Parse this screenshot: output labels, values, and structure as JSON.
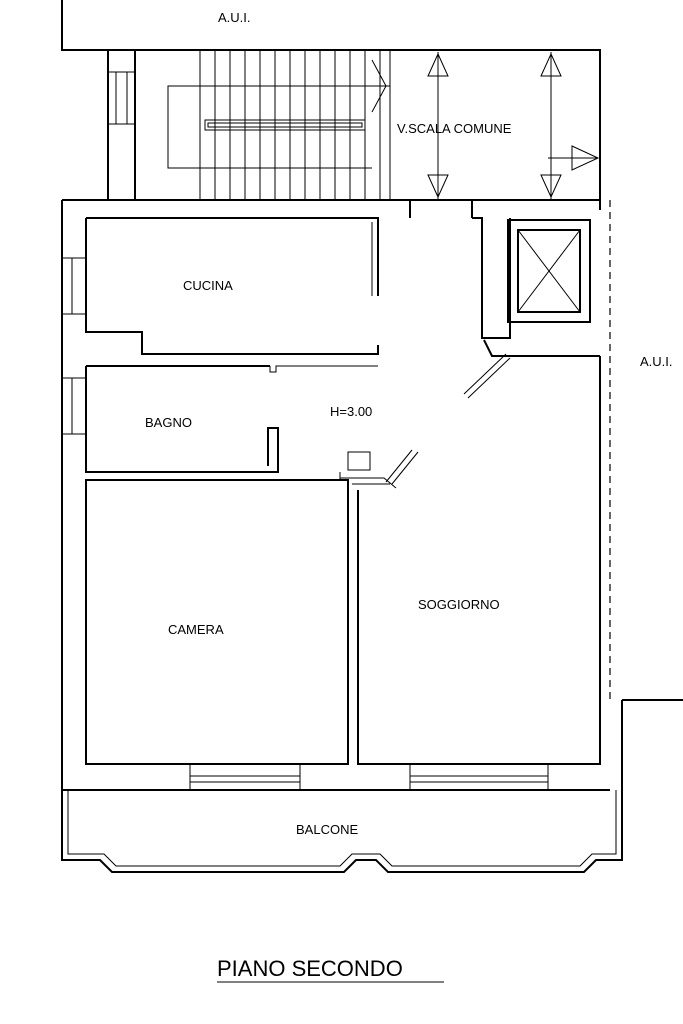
{
  "labels": {
    "aui_top": "A.U.I.",
    "aui_right": "A.U.I.",
    "stair": "V.SCALA COMUNE",
    "kitchen": "CUCINA",
    "bathroom": "BAGNO",
    "height": "H=3.00",
    "bedroom": "CAMERA",
    "living": "SOGGIORNO",
    "balcony": "BALCONE"
  },
  "title": "PIANO SECONDO"
}
